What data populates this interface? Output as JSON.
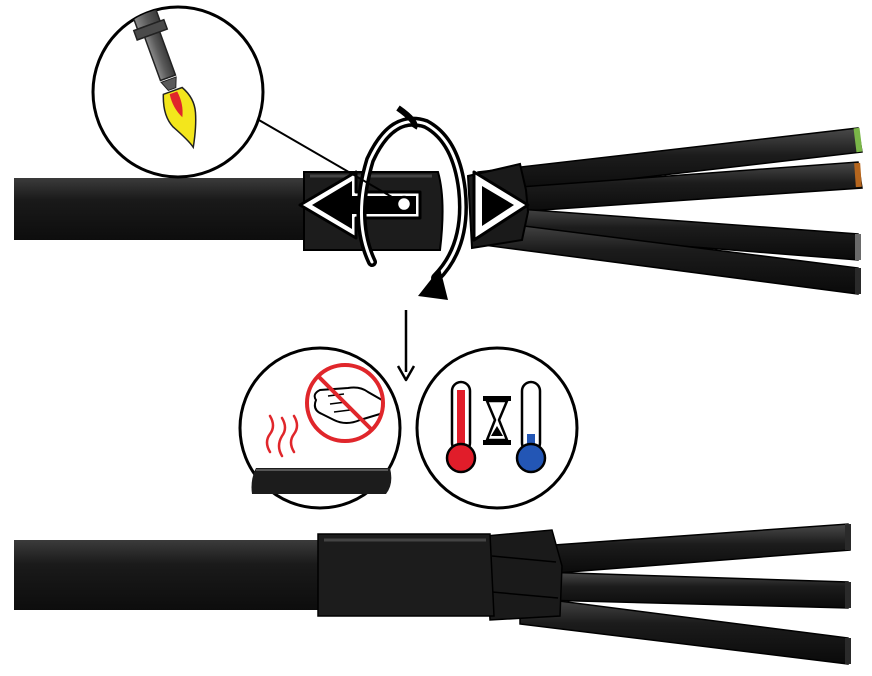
{
  "diagram": {
    "kind": "heat-shrink cable breakout installation instruction",
    "steps": [
      {
        "id": "step-1",
        "description_icons": [
          "torch-icon",
          "direction-arrows-icon",
          "rotate-arrow-icon"
        ]
      },
      {
        "id": "step-2",
        "description_icons": [
          "no-touch-hot-icon",
          "cooling-time-icon"
        ]
      },
      {
        "id": "step-3",
        "description_icons": [
          "finished-breakout"
        ]
      }
    ],
    "cable_cores": 4,
    "finished_cores": 3
  },
  "colors": {
    "cable": "#1b1b1b",
    "cable_highlight": "#3a3a3a",
    "torch_body": "#6b6b6b",
    "flame_outer": "#f3e61c",
    "flame_inner": "#e0262b",
    "thermo_hot": "#e11d2a",
    "thermo_cold": "#2356b5",
    "prohibit": "#e0262b",
    "outline": "#111111",
    "core_tip_accent": "#7ab648"
  }
}
